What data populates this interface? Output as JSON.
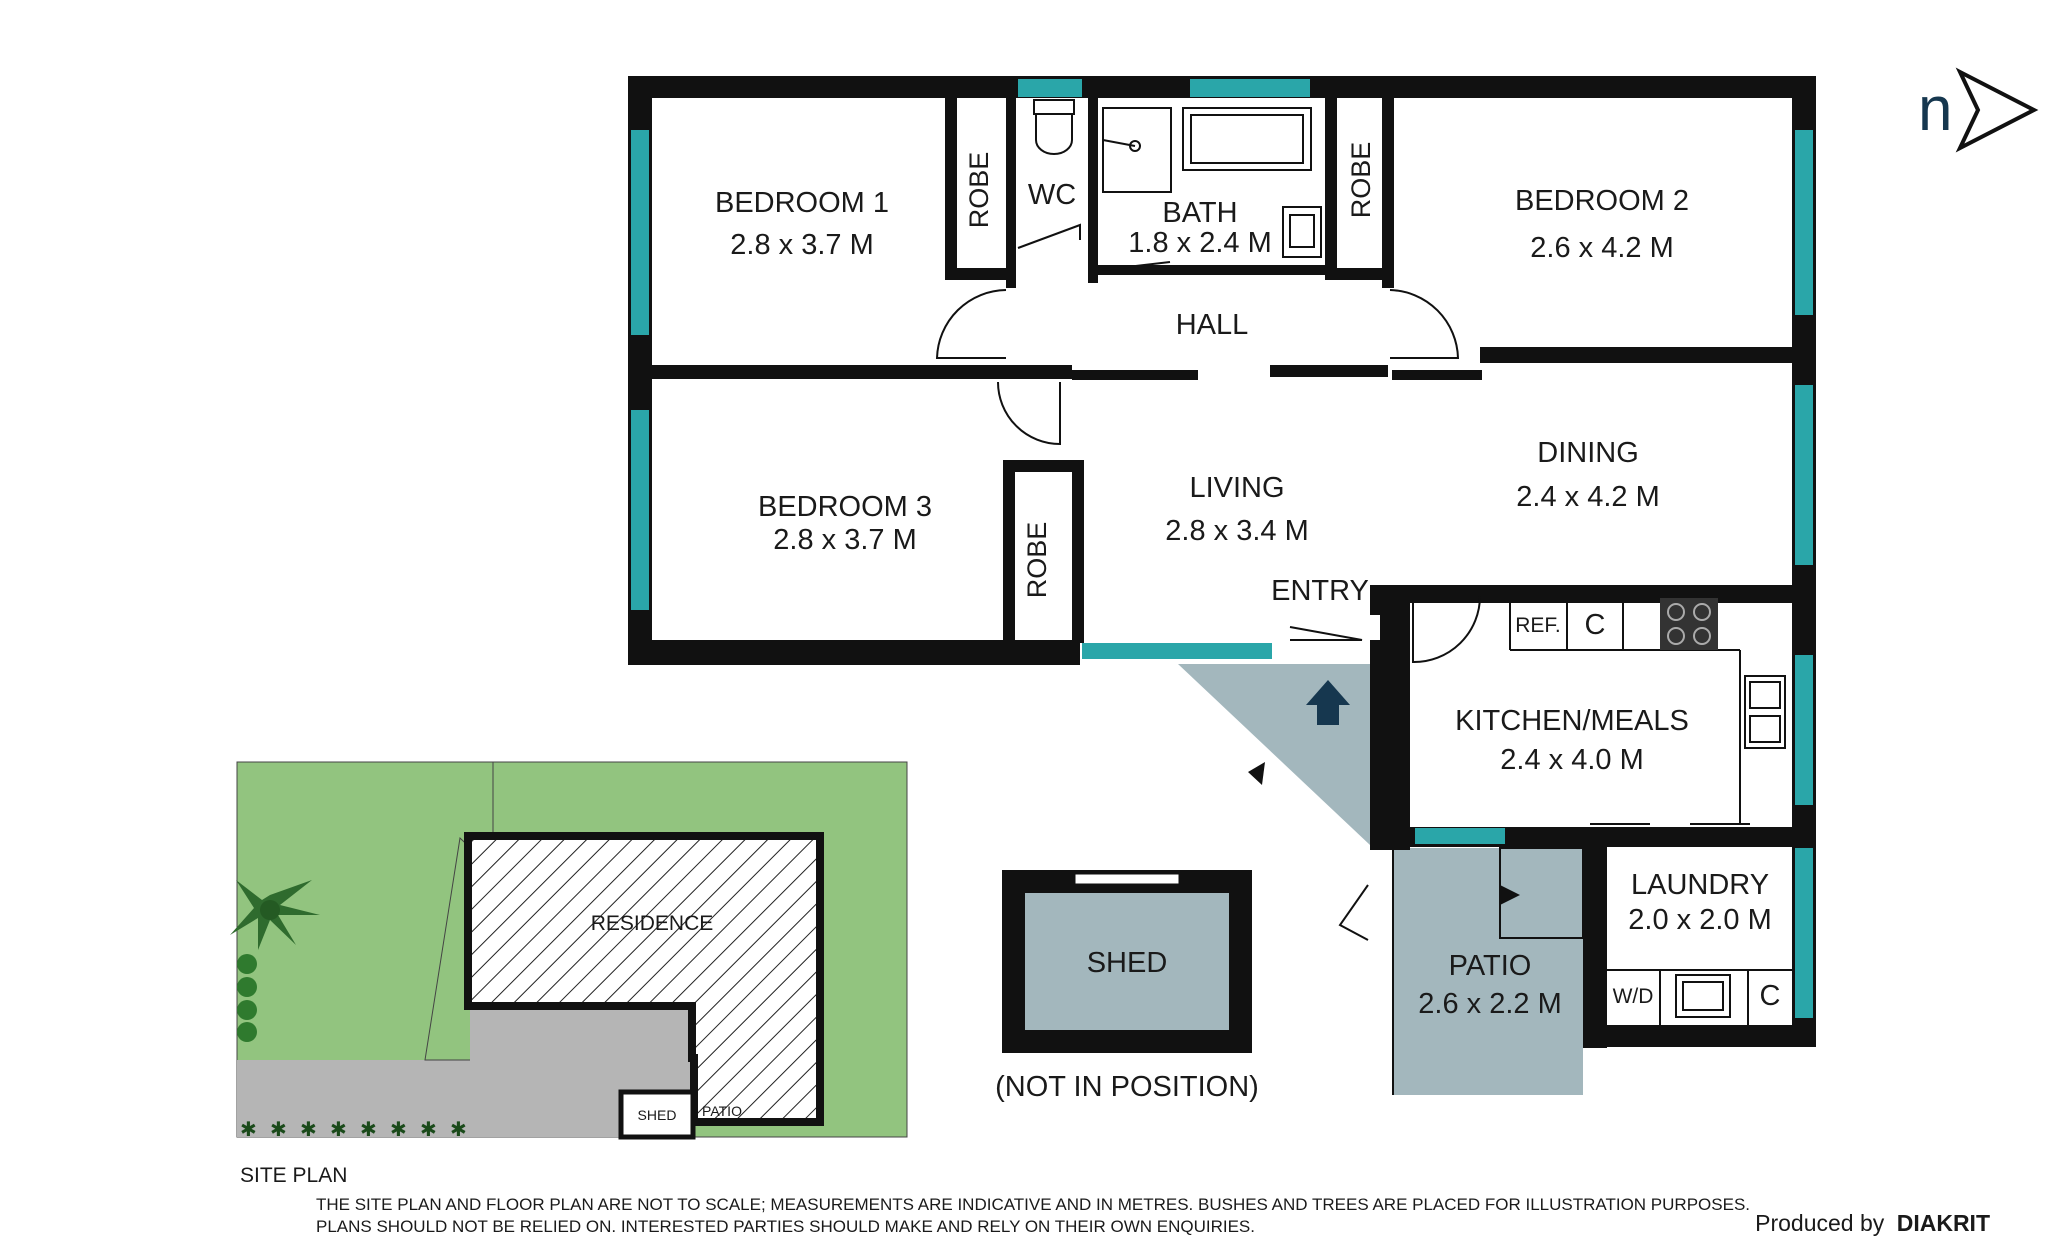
{
  "rooms": {
    "bedroom1": {
      "name": "BEDROOM 1",
      "size": "2.8 x 3.7 M"
    },
    "bedroom2": {
      "name": "BEDROOM 2",
      "size": "2.6 x 4.2 M"
    },
    "bedroom3": {
      "name": "BEDROOM 3",
      "size": "2.8 x 3.7 M"
    },
    "bath": {
      "name": "BATH",
      "size": "1.8 x 2.4 M"
    },
    "wc": {
      "name": "WC"
    },
    "hall": {
      "name": "HALL"
    },
    "living": {
      "name": "LIVING",
      "size": "2.8 x 3.4 M"
    },
    "dining": {
      "name": "DINING",
      "size": "2.4 x 4.2 M"
    },
    "entry": {
      "name": "ENTRY"
    },
    "kitchen": {
      "name": "KITCHEN/MEALS",
      "size": "2.4 x 4.0 M"
    },
    "laundry": {
      "name": "LAUNDRY",
      "size": "2.0 x 2.0 M"
    },
    "patio": {
      "name": "PATIO",
      "size": "2.6 x 2.2 M"
    },
    "shed": {
      "name": "SHED",
      "note": "(NOT IN POSITION)"
    }
  },
  "fixtures": {
    "robe": "ROBE",
    "ref": "REF.",
    "cupboard": "C",
    "washer_dryer": "W/D"
  },
  "site_plan": {
    "residence": "RESIDENCE",
    "shed": "SHED",
    "patio": "PATIO",
    "caption": "SITE PLAN"
  },
  "compass": {
    "letter": "n"
  },
  "disclaimer": {
    "line1": "THE SITE PLAN AND FLOOR PLAN ARE NOT TO SCALE; MEASUREMENTS ARE INDICATIVE AND IN METRES. BUSHES AND TREES ARE PLACED FOR ILLUSTRATION PURPOSES.",
    "line2": "PLANS SHOULD NOT BE RELIED ON. INTERESTED PARTIES SHOULD MAKE AND RELY ON THEIR OWN ENQUIRIES."
  },
  "credit": {
    "prefix": "Produced by",
    "brand": "DIAKRIT"
  },
  "colors": {
    "wall": "#111111",
    "window": "#2aa6a9",
    "patio": "#a3b7bd",
    "lawn": "#92c47f",
    "driveway": "#b5b5b5",
    "compass": "#16374f"
  }
}
